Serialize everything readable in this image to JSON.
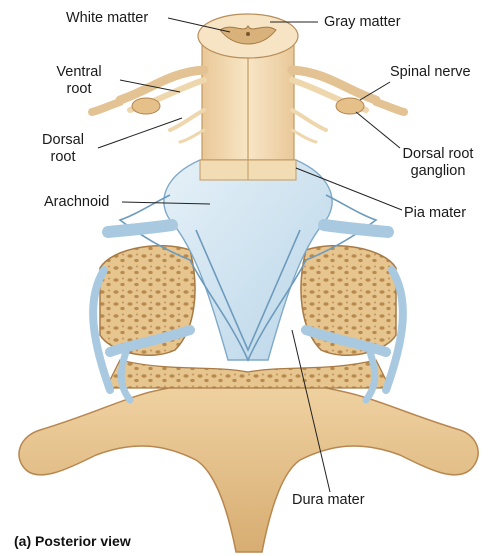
{
  "figure": {
    "caption": "(a) Posterior view",
    "labels": {
      "white_matter": "White matter",
      "gray_matter": "Gray matter",
      "ventral_root": "Ventral root",
      "spinal_nerve": "Spinal nerve",
      "dorsal_root": "Dorsal root",
      "dorsal_root_ganglion": "Dorsal root ganglion",
      "arachnoid": "Arachnoid",
      "pia_mater": "Pia mater",
      "dura_mater": "Dura mater"
    }
  },
  "colors": {
    "cord": "#f4dcb4",
    "bone": "#e3c08a",
    "bone_dark": "#c99a5e",
    "membrane": "#cfe3f0",
    "membrane_edge": "#8eb6d2",
    "nerve": "#f0d6a8",
    "leader_line": "#222222"
  }
}
